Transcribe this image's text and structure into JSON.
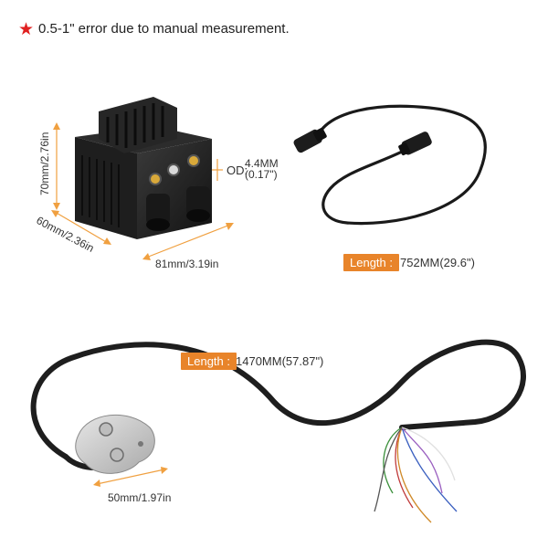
{
  "header": {
    "star_icon": "star-icon",
    "star_color": "#e02020",
    "note": "0.5-1\" error due to manual measurement."
  },
  "coil": {
    "height_label": "70mm/2.76in",
    "depth_label": "60mm/2.36in",
    "width_label": "81mm/3.19in",
    "od_prefix": "OD:",
    "od_mm": "4.4MM",
    "od_in": "(0.17\")"
  },
  "spark_wire": {
    "length_tag": "Length :",
    "length_value": "752MM(29.6\")"
  },
  "sensor": {
    "length_tag": "Length :",
    "length_value": "1470MM(57.87\")",
    "plate_label": "50mm/1.97in"
  },
  "colors": {
    "accent": "#e8842a",
    "dimension_line": "#f0a040",
    "product_black": "#1c1c1c",
    "plate_metal": "#c9c9c9"
  }
}
